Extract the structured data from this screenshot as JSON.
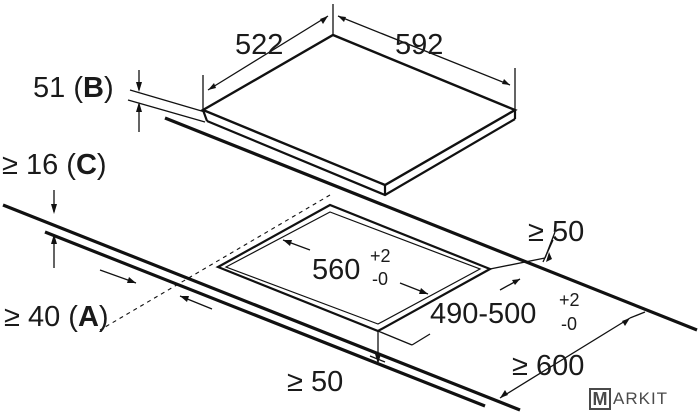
{
  "dimensions": {
    "hob_depth": "522",
    "hob_width": "592",
    "hob_height_value": "51 (",
    "hob_height_letter": "B",
    "hob_height_close": ")",
    "clearance_wall_value": "≥ 16 (",
    "clearance_wall_letter": "C",
    "clearance_wall_close": ")",
    "side_clearance_right": "≥ 50",
    "cutout_width_base": "560",
    "cutout_width_tol_plus": "+2",
    "cutout_width_tol_minus": "-0",
    "cutout_depth_base": "490-500",
    "cutout_depth_tol_plus": "+2",
    "cutout_depth_tol_minus": "-0",
    "front_clearance_value": "≥ 40 (",
    "front_clearance_letter": "A",
    "front_clearance_close": ")",
    "side_clearance_front": "≥ 50",
    "worktop_depth": "≥ 600"
  },
  "watermark": {
    "letter": "M",
    "text": "ARKIT"
  }
}
